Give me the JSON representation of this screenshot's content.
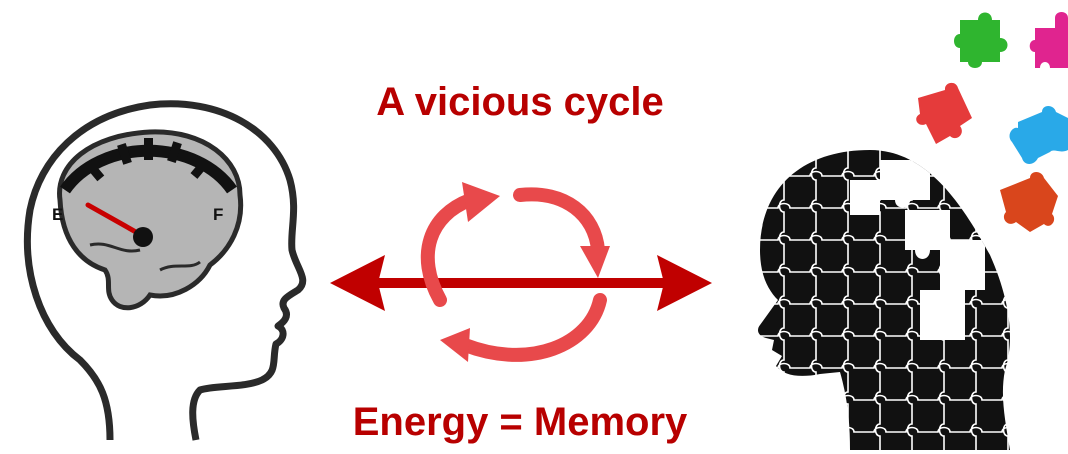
{
  "title": "A vicious cycle",
  "caption": "Energy = Memory",
  "gauge": {
    "empty_label": "E",
    "full_label": "F",
    "level": "near empty"
  },
  "colors": {
    "text_red": "#b80000",
    "arrow_red": "#c00000",
    "cycle_red": "#e8494b",
    "brain_gray": "#b5b5b5",
    "puzzle_green": "#2fb52f",
    "puzzle_magenta": "#e0248f",
    "puzzle_red": "#e53b3b",
    "puzzle_blue": "#29a9e8",
    "puzzle_orange": "#d9461c"
  }
}
